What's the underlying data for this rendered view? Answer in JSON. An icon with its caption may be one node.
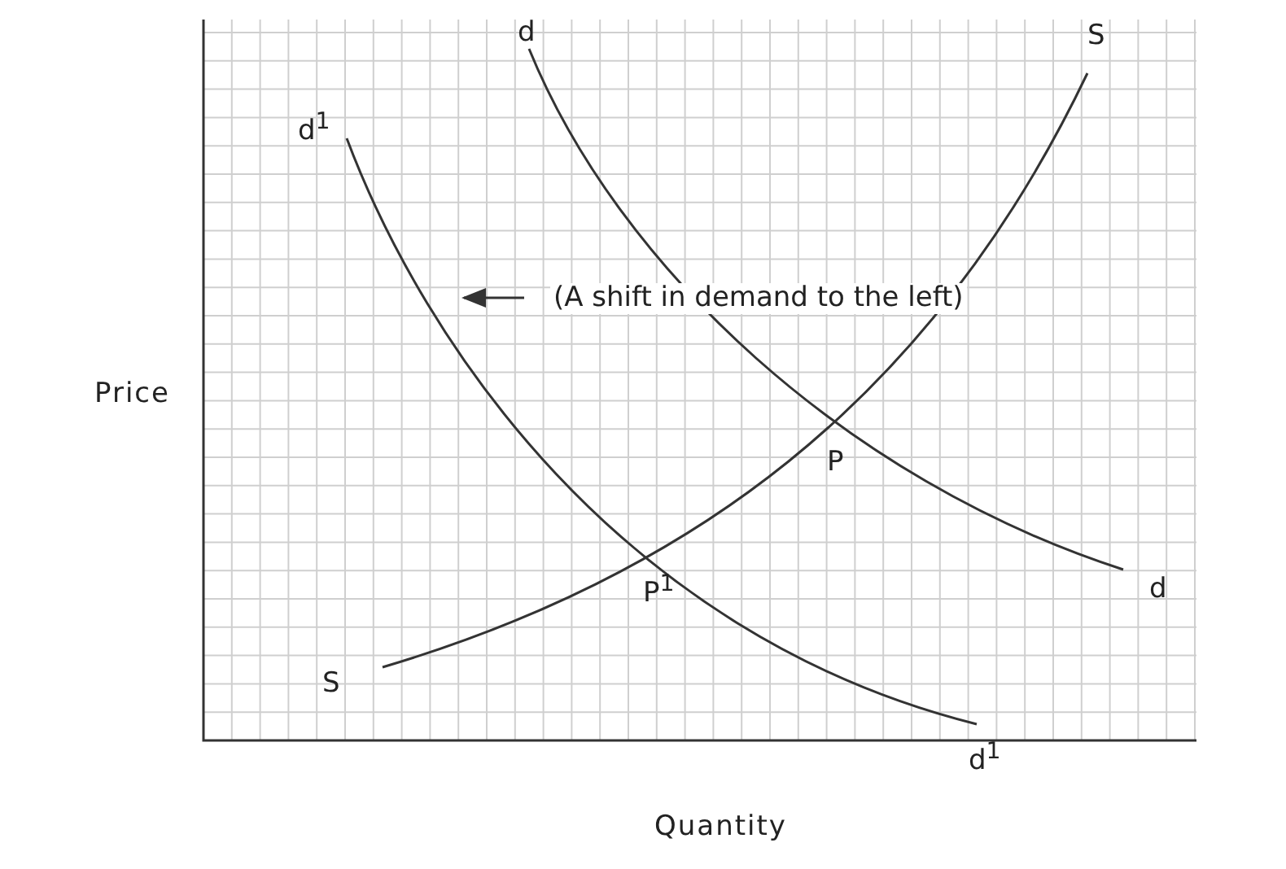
{
  "diagram": {
    "labels": [
      "d",
      "S",
      "d$^{1}$",
      "(A shift in demand to the left)",
      "Price",
      "P",
      "d",
      "P$^{1}$",
      "S",
      "d$^{1}$",
      "Quantity"
    ]
  }
}
